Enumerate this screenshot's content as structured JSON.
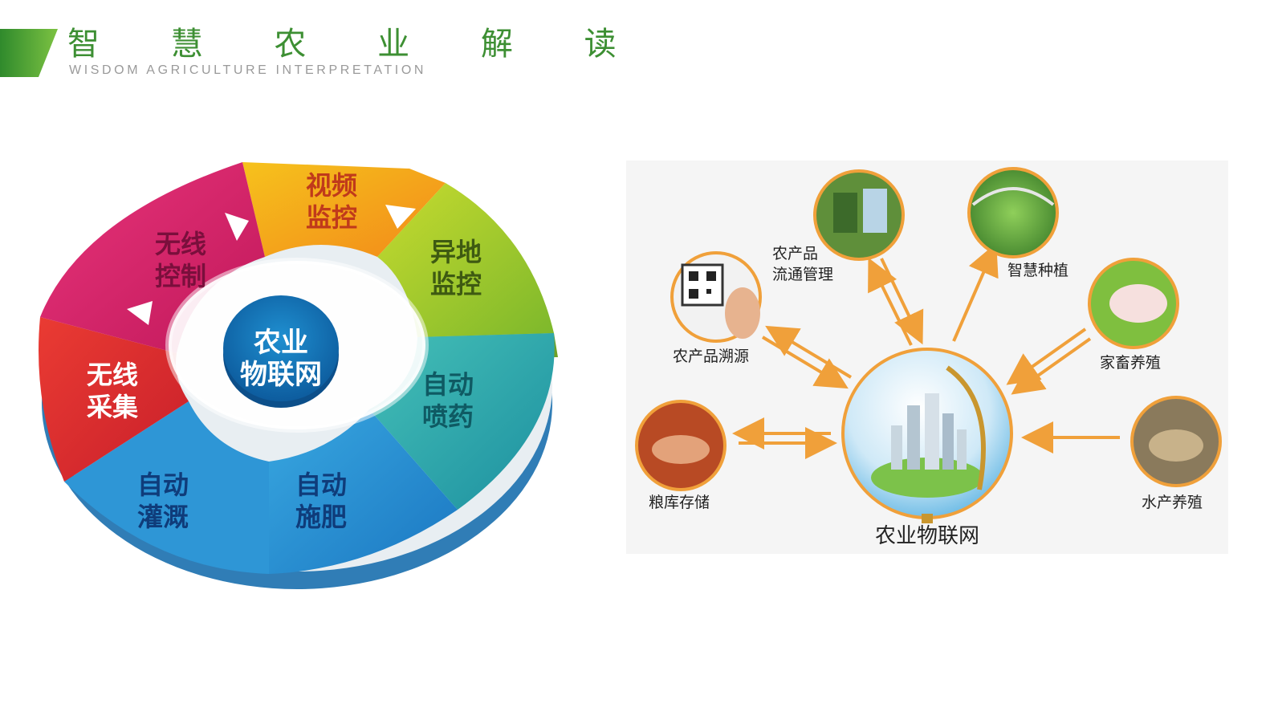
{
  "header": {
    "title": "智 慧 农 业 解 读",
    "subtitle": "WISDOM AGRICULTURE INTERPRETATION",
    "accent": "#3d8f33"
  },
  "wheel": {
    "center": [
      "农业",
      "物联网"
    ],
    "segments": [
      {
        "lines": [
          "视频",
          "监控"
        ],
        "color": "#f7a21b"
      },
      {
        "lines": [
          "异地",
          "监控"
        ],
        "color": "#9cc62a"
      },
      {
        "lines": [
          "自动",
          "喷药"
        ],
        "color": "#26a2a6"
      },
      {
        "lines": [
          "自动",
          "施肥"
        ],
        "color": "#2a8fcf"
      },
      {
        "lines": [
          "自动",
          "灌溉"
        ],
        "color": "#3a9bd8"
      },
      {
        "lines": [
          "无线",
          "采集"
        ],
        "color": "#e0302e"
      },
      {
        "lines": [
          "无线",
          "控制"
        ],
        "color": "#d8286e"
      }
    ]
  },
  "network": {
    "center_label": "农业物联网",
    "nodes": {
      "circulation": [
        "农产品",
        "流通管理"
      ],
      "planting": "智慧种植",
      "traceability": "农产品溯源",
      "livestock": "家畜养殖",
      "storage": "粮库存储",
      "aquaculture": "水产养殖"
    }
  }
}
